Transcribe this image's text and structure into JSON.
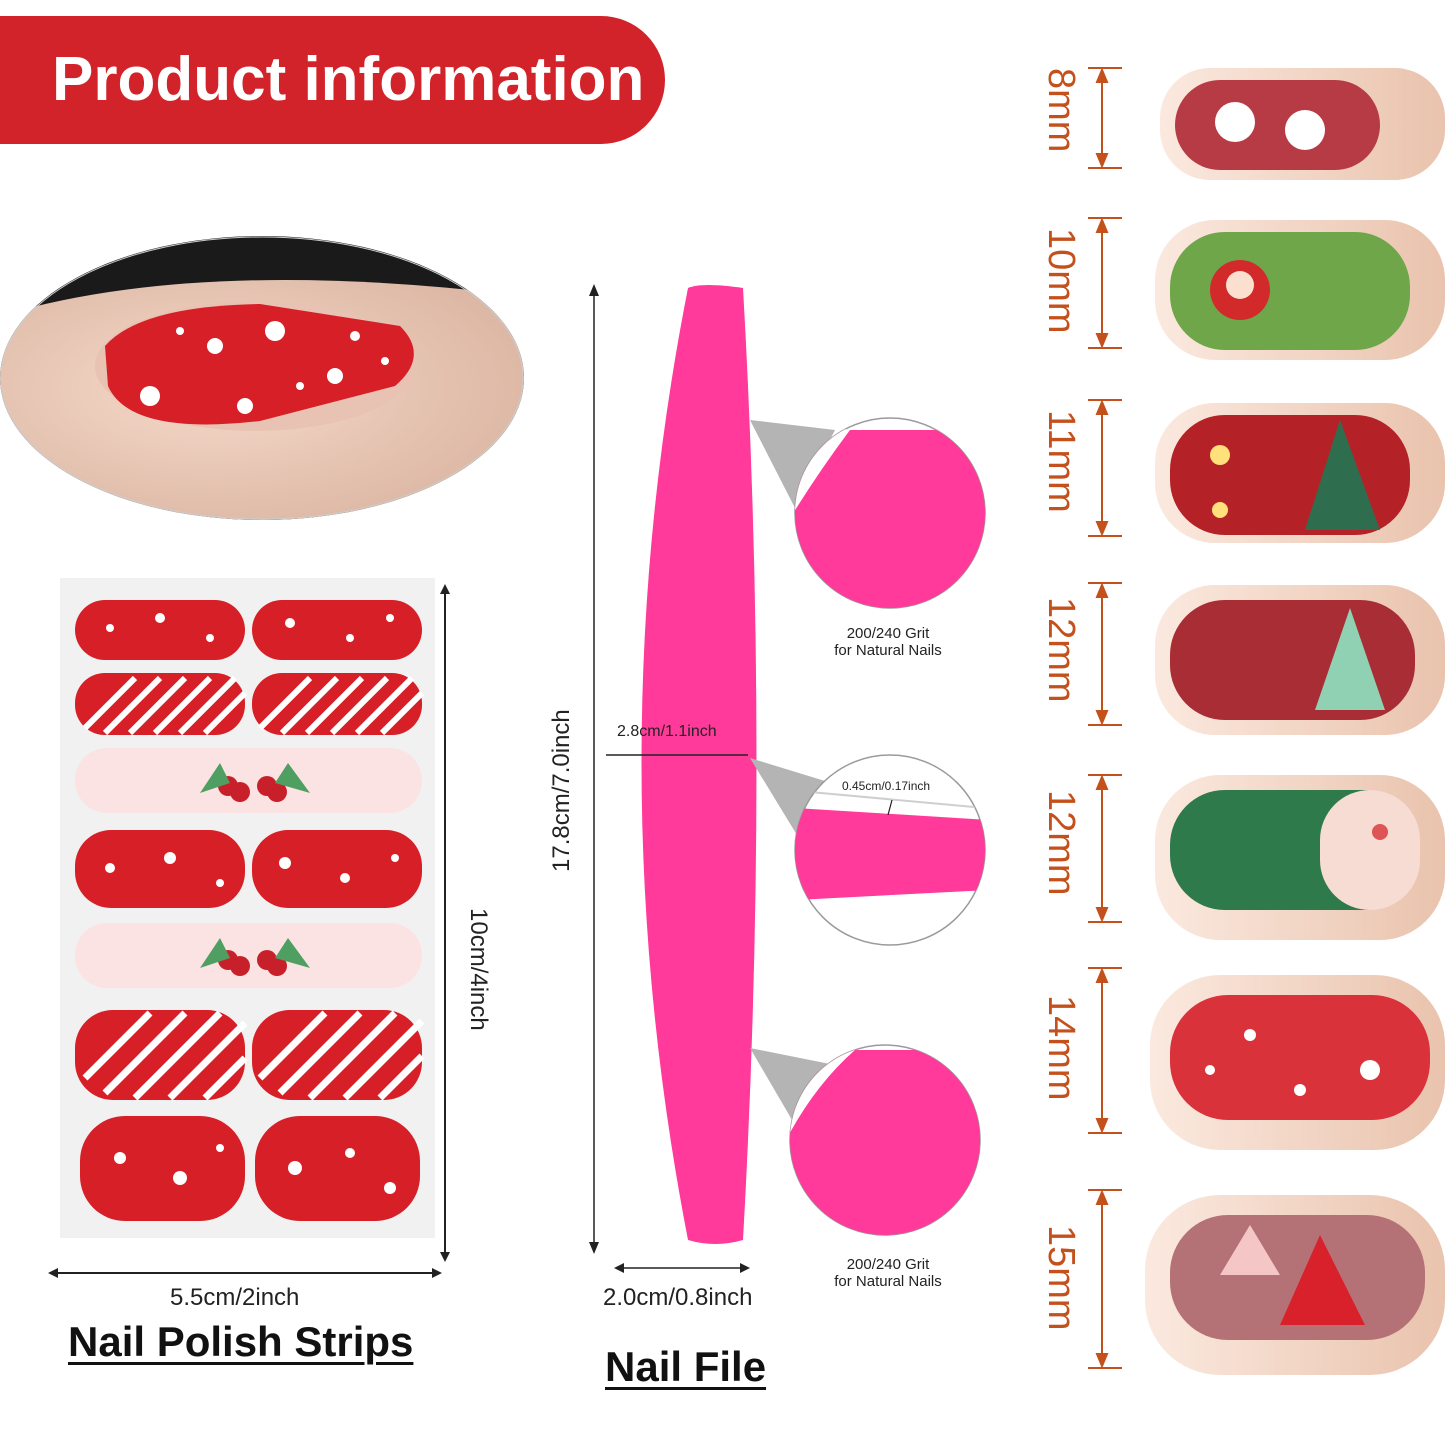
{
  "banner": {
    "title": "Product information"
  },
  "strips": {
    "height_label": "10cm/4inch",
    "width_label": "5.5cm/2inch",
    "caption": "Nail Polish Strips"
  },
  "file": {
    "length_label": "17.8cm/7.0inch",
    "width_top_label": "2.8cm/1.1inch",
    "width_bottom_label": "2.0cm/0.8inch",
    "thickness_label": "0.45cm/0.17inch",
    "grit_top_line1": "200/240 Grit",
    "grit_top_line2": "for Natural Nails",
    "grit_bottom_line1": "200/240 Grit",
    "grit_bottom_line2": "for Natural Nails",
    "caption": "Nail File",
    "color": "#ff3a9a"
  },
  "sizes": [
    {
      "label": "8mm"
    },
    {
      "label": "10mm"
    },
    {
      "label": "11mm"
    },
    {
      "label": "12mm"
    },
    {
      "label": "12mm"
    },
    {
      "label": "14mm"
    },
    {
      "label": "15mm"
    }
  ],
  "colors": {
    "banner": "#d2232a",
    "accent_red": "#d61f26",
    "dimension_orange": "#c4511c"
  }
}
